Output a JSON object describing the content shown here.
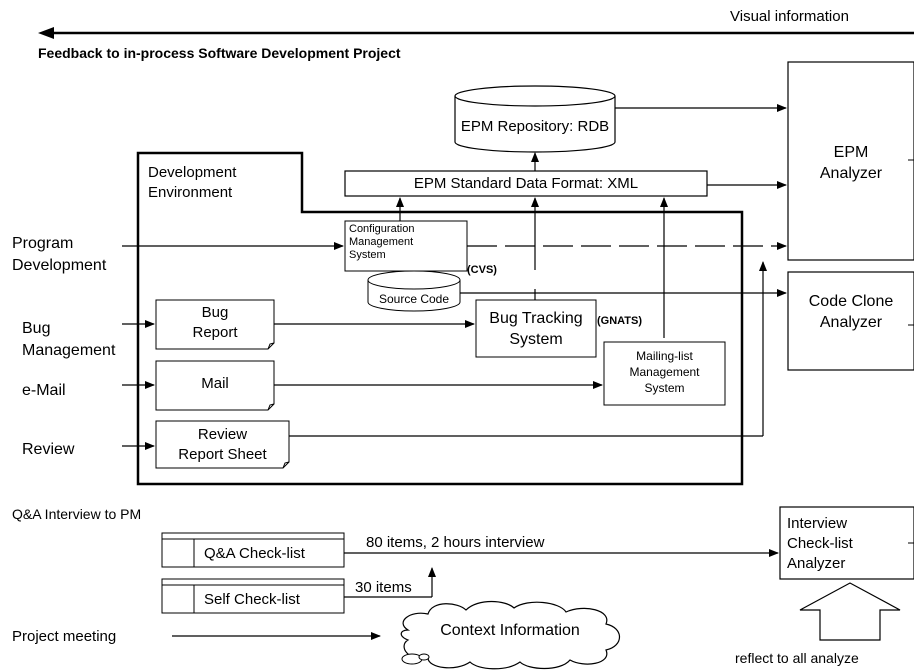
{
  "top_label": "Visual information",
  "feedback_title": "Feedback to in-process Software Development Project",
  "repository": "EPM Repository: RDB",
  "standard_format": "EPM Standard Data Format: XML",
  "dev_env": "Development\nEnvironment",
  "inputs": {
    "program_dev": "Program\nDevelopment",
    "bug_mgmt": "Bug\nManagement",
    "email": "e-Mail",
    "review": "Review"
  },
  "boxes": {
    "config_mgmt": "Configuration\nManagement\nSystem",
    "cvs": "(CVS)",
    "source_code": "Source Code",
    "bug_report": "Bug\nReport",
    "mail": "Mail",
    "review_sheet": "Review\nReport Sheet",
    "bug_tracking": "Bug Tracking\nSystem",
    "gnats": "(GNATS)",
    "mailing_list": "Mailing-list\nManagement\nSystem"
  },
  "analyzers": {
    "epm": "EPM\nAnalyzer",
    "code_clone": "Code Clone\nAnalyzer",
    "interview": "Interview\nCheck-list\nAnalyzer"
  },
  "qa": {
    "title": "Q&A Interview to PM",
    "qa_checklist": "Q&A Check-list",
    "self_checklist": "Self Check-list",
    "items_80": "80 items, 2 hours interview",
    "items_30": "30 items"
  },
  "meeting": {
    "project_meeting": "Project meeting",
    "context_info": "Context Information",
    "reflect": "reflect to all analyze"
  }
}
